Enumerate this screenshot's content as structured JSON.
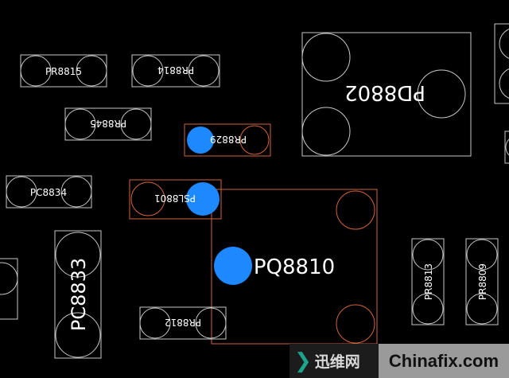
{
  "colors": {
    "background": "#000000",
    "outline": "#c8c8c8",
    "highlight_outline": "#d2643c",
    "pad_highlight": "#1e88ff",
    "label": "#ffffff"
  },
  "components": [
    {
      "ref": "PR8815",
      "orientation": "upright"
    },
    {
      "ref": "PR8814",
      "orientation": "flipped"
    },
    {
      "ref": "PR8845",
      "orientation": "flipped"
    },
    {
      "ref": "PR8829",
      "orientation": "flipped",
      "highlighted": true
    },
    {
      "ref": "PC8834",
      "orientation": "upright"
    },
    {
      "ref": "PSL8801",
      "orientation": "flipped",
      "highlighted": true
    },
    {
      "ref": "PQ8810",
      "orientation": "upright",
      "highlighted": true
    },
    {
      "ref": "PD8802",
      "orientation": "flipped"
    },
    {
      "ref": "PC8833",
      "orientation": "vertical"
    },
    {
      "ref": "PR8812",
      "orientation": "flipped"
    },
    {
      "ref": "PR8813",
      "orientation": "vertical"
    },
    {
      "ref": "PR8809",
      "orientation": "vertical"
    }
  ],
  "watermark": {
    "icon": "chevron-right-icon",
    "chinese": "迅维网",
    "site": "Chinafix.com"
  }
}
